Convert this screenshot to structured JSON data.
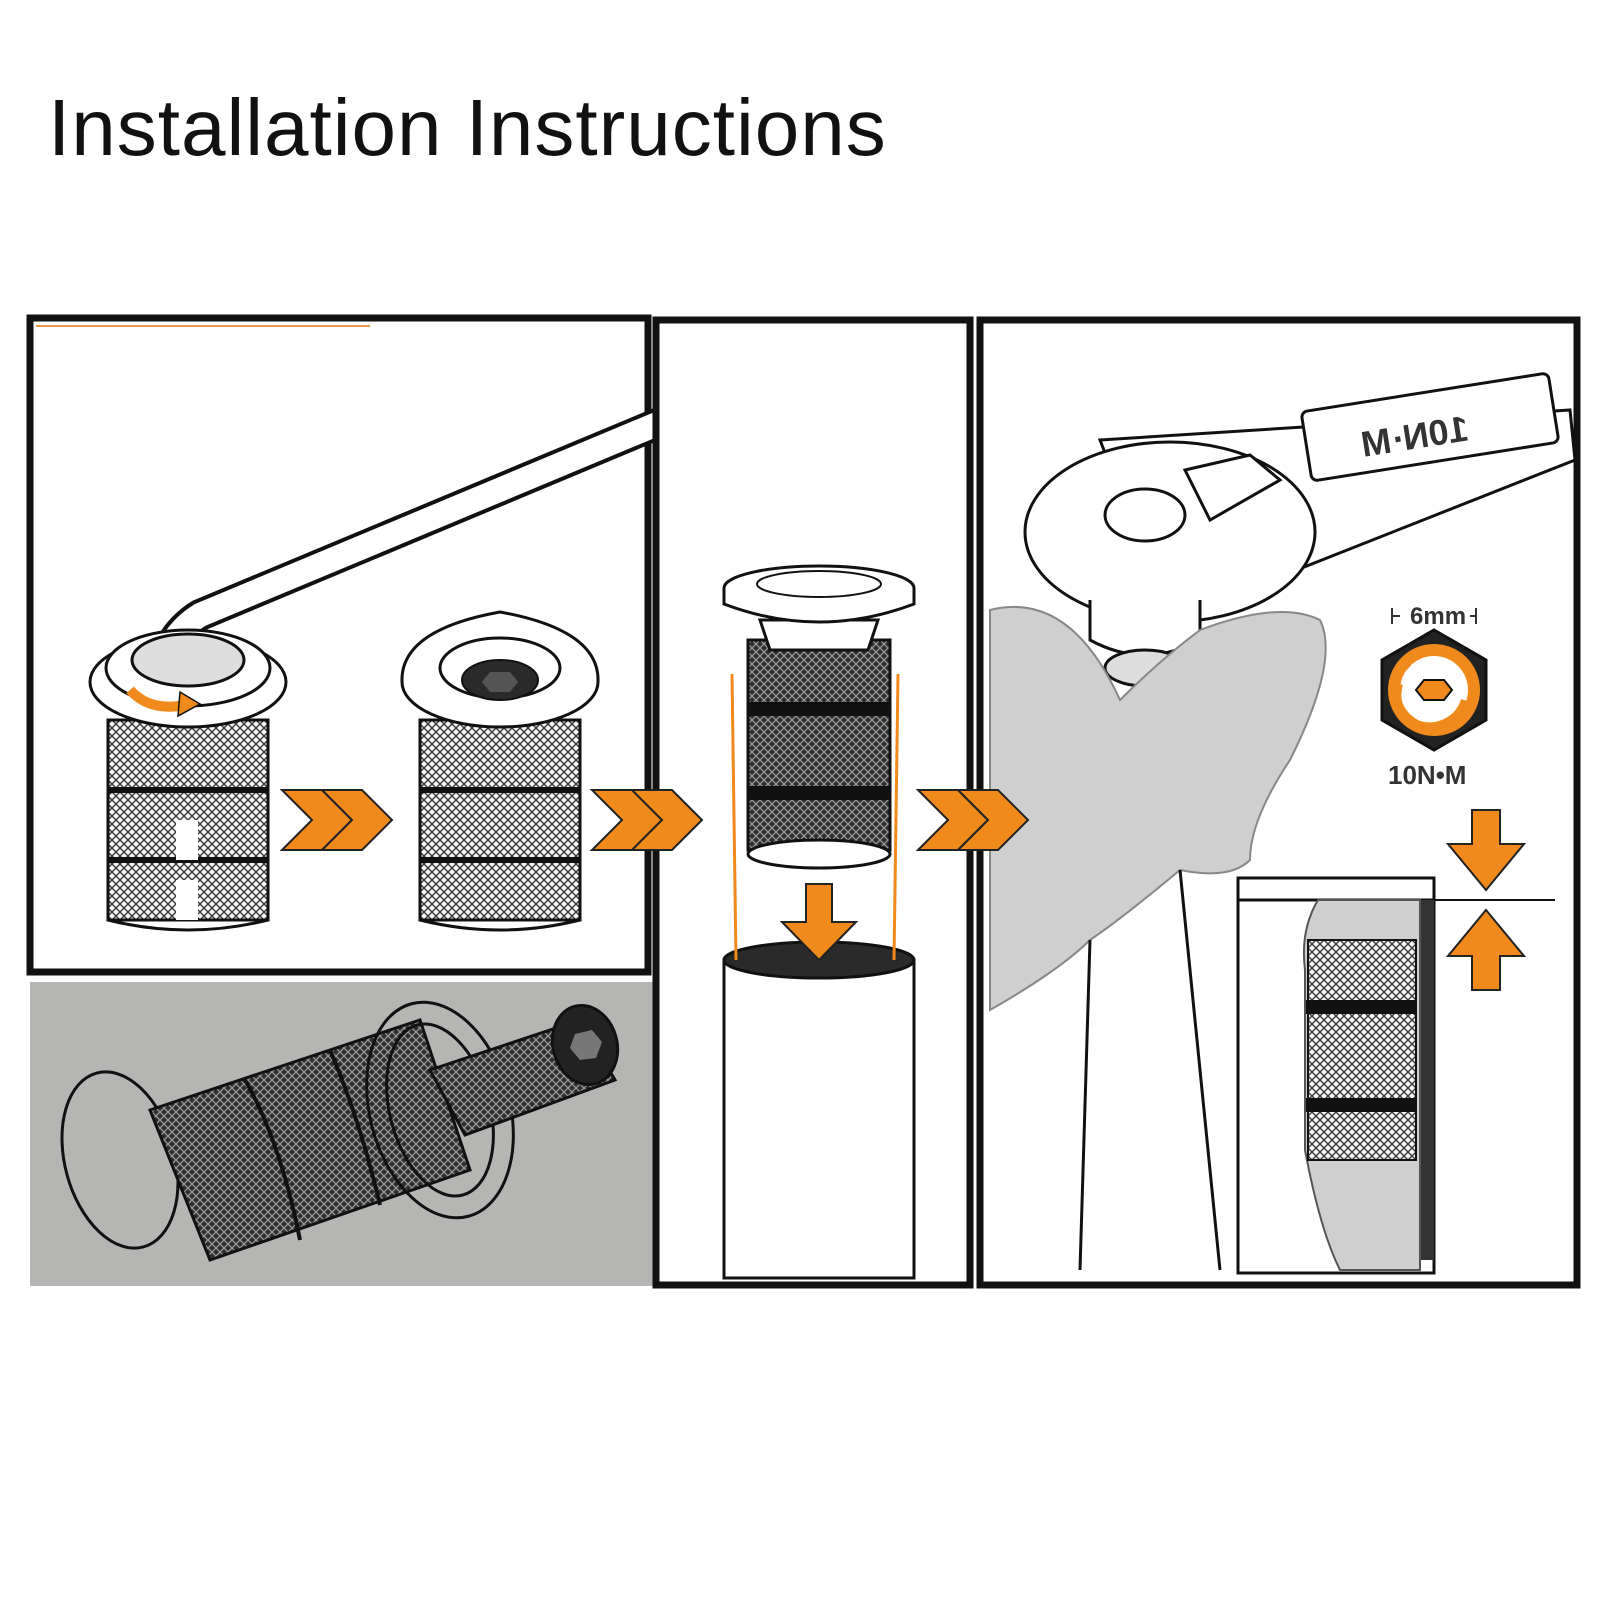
{
  "title": "Installation Instructions",
  "wrench_display": "10N·M",
  "hex_size_label": "6mm",
  "torque_label": "10N•M",
  "colors": {
    "accent_orange": "#f08a1c",
    "panel_gray": "#b5b5b3",
    "outline": "#111111",
    "knurl_dark": "#3a3a3a"
  },
  "icons": [
    "hex-key-icon",
    "hex-socket-icon",
    "rotation-arrows-icon",
    "press-arrow-icon"
  ]
}
